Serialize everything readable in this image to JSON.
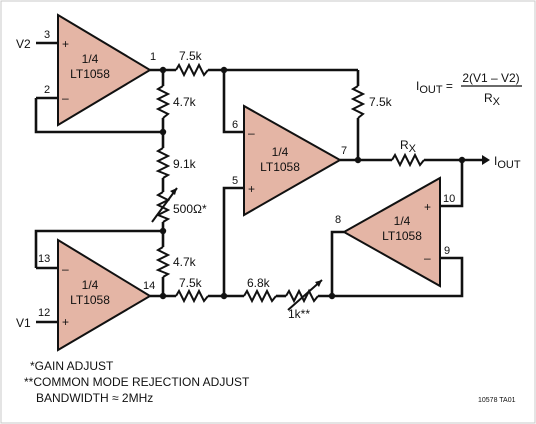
{
  "amps": {
    "part": "1/4",
    "name": "LT1058"
  },
  "pins": {
    "a1_in_plus": "3",
    "a1_in_minus": "2",
    "a1_out": "1",
    "a2_in_minus": "6",
    "a2_in_plus": "5",
    "a2_out": "7",
    "a3_in_minus": "13",
    "a3_in_plus": "12",
    "a3_out": "14",
    "a4_out": "8",
    "a4_in_plus": "10",
    "a4_in_minus": "9"
  },
  "inputs": {
    "v1": "V1",
    "v2": "V2"
  },
  "resistors": {
    "r_top_series": "7.5k",
    "r_top_shunt": "4.7k",
    "r_feedback": "7.5k",
    "r_gain_fixed": "9.1k",
    "r_gain_adjust": "500Ω*",
    "r_bottom_shunt": "4.7k",
    "r_bottom_series": "7.5k",
    "r_cm": "6.8k",
    "r_cm_adjust": "1k**",
    "rx": "R"
  },
  "labels": {
    "rx_sub": "X",
    "iout": "I",
    "iout_sub": "OUT",
    "signs": {
      "plus": "+",
      "minus": "–"
    }
  },
  "formula": {
    "lhs": "I",
    "lhs_sub": "OUT",
    "equals": " =",
    "numerator": "2(V1 – V2)",
    "denominator": "R",
    "denominator_sub": "X"
  },
  "notes": {
    "gain": "*GAIN ADJUST",
    "cmrr": "**COMMON MODE REJECTION ADJUST",
    "bandwidth": "BANDWIDTH ≈ 2MHz"
  },
  "figure_ref": "10578 TA01"
}
